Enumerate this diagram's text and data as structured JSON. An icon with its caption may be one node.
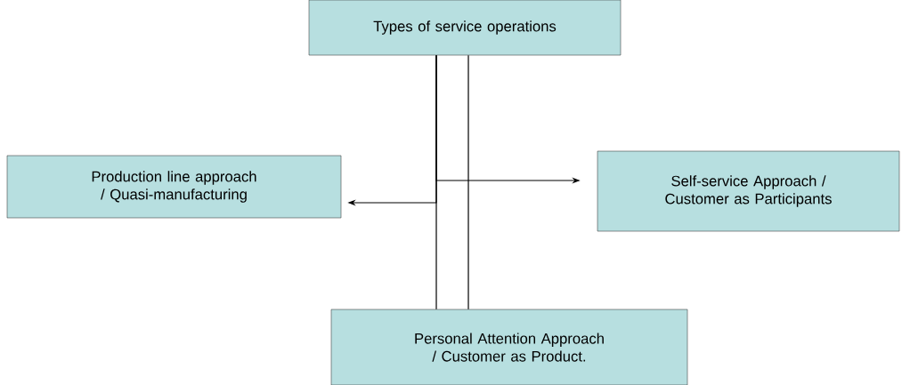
{
  "diagram": {
    "nodes": [
      {
        "text": [
          "Types of service operations"
        ]
      },
      {
        "text": [
          "Production line approach / Quasi-manufacturing"
        ]
      },
      {
        "text": [
          "Self-service Approach / Customer as Participants"
        ]
      },
      {
        "text": [
          "Personal Attention Approach / Customer as Product."
        ]
      }
    ],
    "edges": [
      {
        "from": 0,
        "to": 1,
        "arrow": "to"
      },
      {
        "from": 0,
        "to": 2,
        "arrow": "to"
      },
      {
        "from": 0,
        "to": 3,
        "arrow": "none"
      },
      {
        "from": 0,
        "to": 3,
        "arrow": "none"
      }
    ]
  }
}
